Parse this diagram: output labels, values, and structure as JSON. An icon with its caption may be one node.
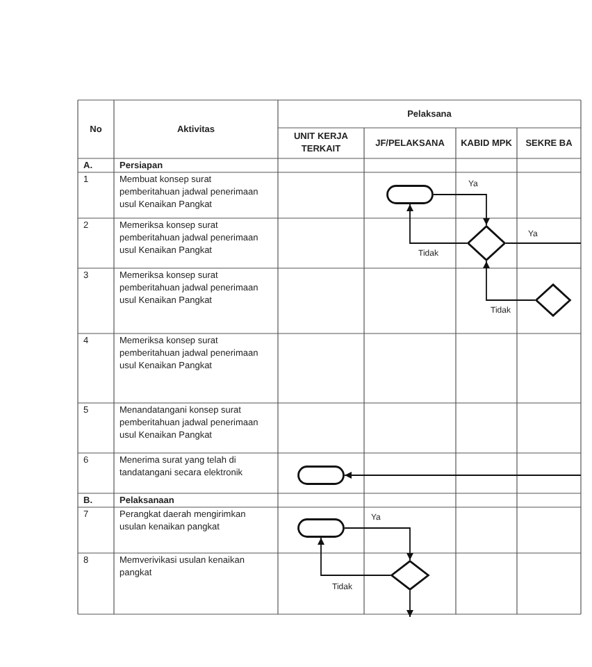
{
  "diagram": {
    "nodes": [
      {
        "text": [],
        "shape": "box"
      },
      {
        "text": [],
        "shape": "diamond"
      },
      {
        "text": [],
        "shape": "diamond"
      },
      {
        "text": [],
        "shape": "box"
      },
      {
        "text": [],
        "shape": "box"
      },
      {
        "text": [],
        "shape": "diamond"
      }
    ],
    "edges": [
      {
        "from": 0,
        "to": 1,
        "arrow": "to",
        "label": "Ya"
      },
      {
        "from": 1,
        "to": 0,
        "arrow": "to",
        "label": "Tidak"
      },
      {
        "from": 1,
        "to": null,
        "arrow": "none",
        "label": "Ya"
      },
      {
        "from": 2,
        "to": 1,
        "arrow": "to",
        "label": "Tidak"
      },
      {
        "from": null,
        "to": 3,
        "arrow": "to"
      },
      {
        "from": 4,
        "to": 5,
        "arrow": "to",
        "label": "Ya"
      },
      {
        "from": 5,
        "to": 4,
        "arrow": "to",
        "label": "Tidak"
      },
      {
        "from": 5,
        "to": null,
        "arrow": "to"
      }
    ],
    "labels": [
      "No",
      "Aktivitas",
      "Pelaksana",
      "UNIT KERJA TERKAIT",
      "JF/PELAKSANA",
      "KABID MPK",
      "SEKRE BA",
      "A.",
      "Persiapan",
      "1",
      "Membuat konsep surat pemberitahuan jadwal penerimaan usul Kenaikan Pangkat",
      "2",
      "Memeriksa konsep surat pemberitahuan jadwal penerimaan usul Kenaikan Pangkat",
      "3",
      "Memeriksa konsep surat pemberitahuan jadwal penerimaan usul Kenaikan Pangkat",
      "4",
      "Memeriksa konsep surat pemberitahuan jadwal penerimaan usul Kenaikan Pangkat",
      "5",
      "Menandatangani konsep surat pemberitahuan jadwal penerimaan usul Kenaikan Pangkat",
      "6",
      "Menerima surat yang telah di tandatangani secara elektronik",
      "B.",
      "Pelaksanaan",
      "7",
      "Perangkat daerah mengirimkan usulan kenaikan pangkat",
      "8",
      "Memverivikasi usulan kenaikan pangkat"
    ]
  }
}
